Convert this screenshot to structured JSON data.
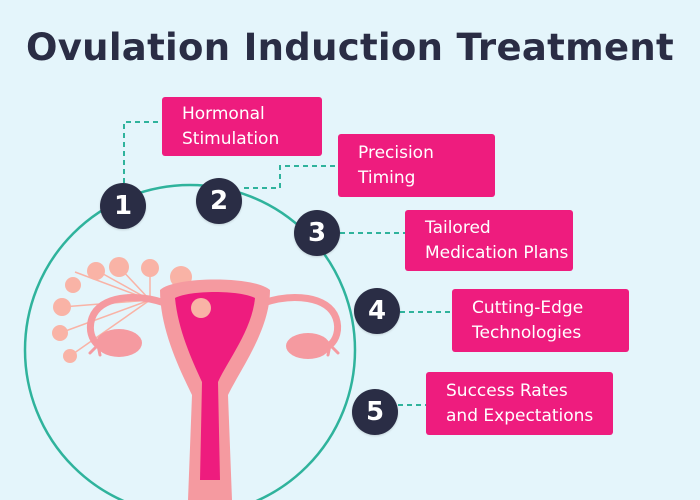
{
  "title": "Ovulation Induction Treatment",
  "steps": [
    {
      "number": "1",
      "label": "Hormonal\nStimulation"
    },
    {
      "number": "2",
      "label": "Precision\nTiming"
    },
    {
      "number": "3",
      "label": "Tailored\nMedication Plans"
    },
    {
      "number": "4",
      "label": "Cutting-Edge\nTechnologies"
    },
    {
      "number": "5",
      "label": "Success Rates\nand Expectations"
    }
  ],
  "colors": {
    "background": "#e4f5fb",
    "title": "#2a2d45",
    "badge": "#2a2d45",
    "label_box": "#ee1c7e",
    "connector": "#2fb39c",
    "circle": "#2fb39c",
    "uterus_outer": "#f59aa0",
    "uterus_inner": "#ee1c7e",
    "follicle": "#f9b3a6"
  },
  "icons": [
    "uterus-illustration",
    "follicle-icon"
  ]
}
